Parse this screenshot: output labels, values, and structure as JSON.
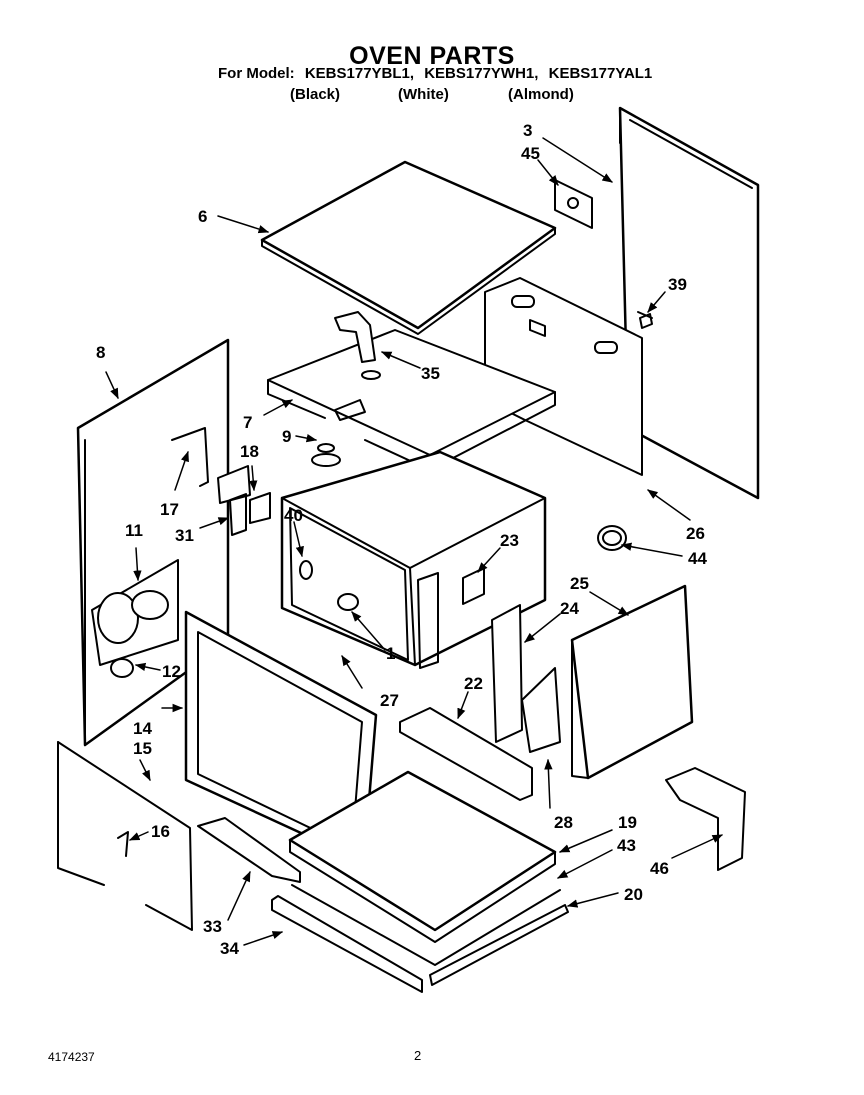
{
  "title": "OVEN PARTS",
  "model_line": {
    "prefix": "For Model:",
    "models": [
      "KEBS177YBL1,",
      "KEBS177YWH1,",
      "KEBS177YAL1"
    ]
  },
  "colors": [
    "(Black)",
    "(White)",
    "(Almond)"
  ],
  "part_labels": {
    "p1": "1",
    "p3": "3",
    "p6": "6",
    "p7": "7",
    "p8": "8",
    "p9": "9",
    "p11": "11",
    "p12": "12",
    "p14": "14",
    "p15": "15",
    "p16": "16",
    "p17": "17",
    "p18": "18",
    "p19": "19",
    "p20": "20",
    "p22": "22",
    "p23": "23",
    "p24": "24",
    "p25": "25",
    "p26": "26",
    "p27": "27",
    "p28": "28",
    "p31": "31",
    "p33": "33",
    "p34": "34",
    "p35": "35",
    "p39": "39",
    "p40": "40",
    "p43": "43",
    "p44": "44",
    "p45": "45",
    "p46": "46"
  },
  "footer": {
    "doc_number": "4174237",
    "page_number": "2"
  }
}
